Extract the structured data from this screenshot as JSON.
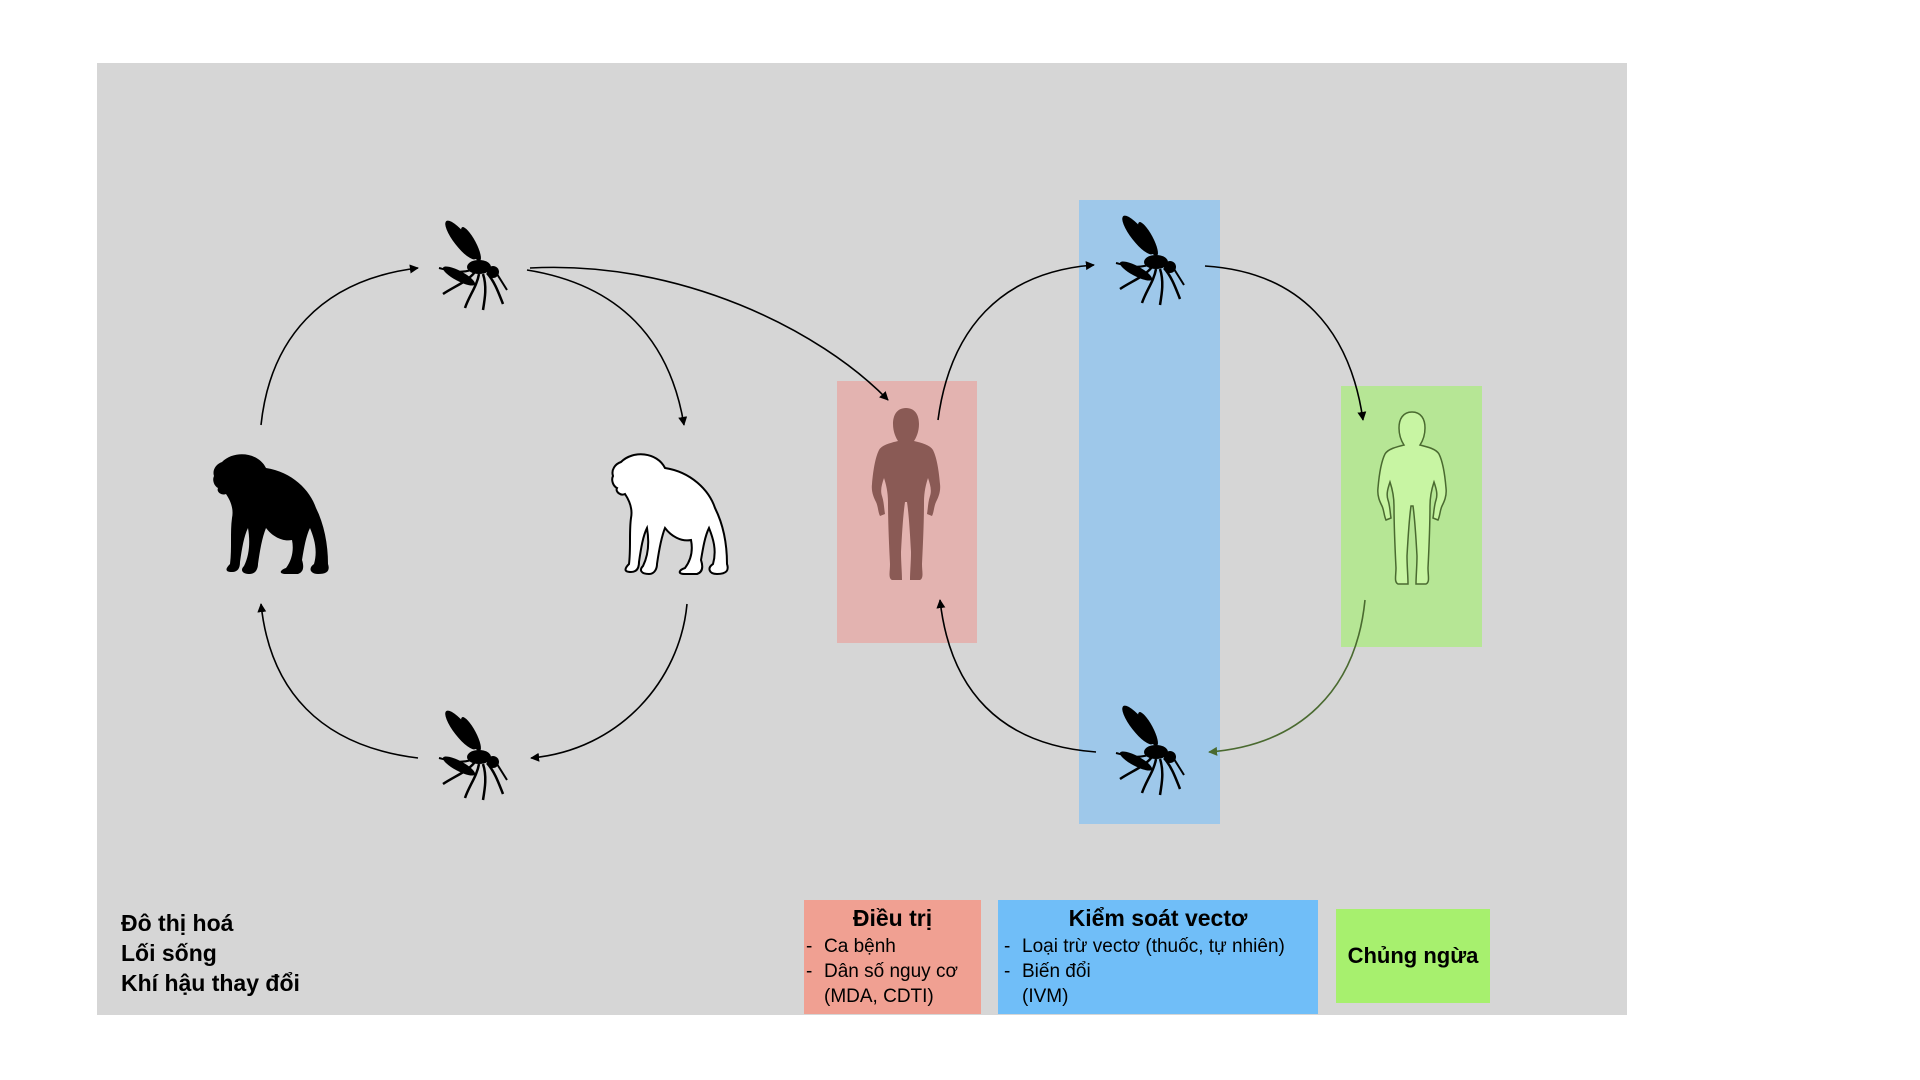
{
  "factors": [
    "Đô thị hoá",
    "Lối sống",
    "Khí hậu thay đổi"
  ],
  "legend": {
    "treatment": {
      "title": "Điều trị",
      "items": [
        {
          "text": "Ca bệnh",
          "sub": ""
        },
        {
          "text": "Dân số nguy cơ",
          "sub": "(MDA, CDTI)"
        }
      ],
      "color": "#f0a092"
    },
    "vector_control": {
      "title": "Kiểm soát vectơ",
      "items": [
        {
          "text": "Loại trừ vectơ (thuốc, tự nhiên)",
          "sub": ""
        },
        {
          "text": "Biến đổi",
          "sub": "(IVM)"
        }
      ],
      "color": "#70bef8"
    },
    "vaccination": {
      "title": "Chủng ngừa",
      "color": "#a7f06e"
    }
  },
  "colors": {
    "background": "#d6d6d6",
    "infected_human": "#8a5a55",
    "treatment_zone": "#e3b3b0",
    "vector_zone": "#9ec8ea",
    "vaccinated_zone": "#b6e695",
    "vaccinated_human": "#c8f5a3"
  },
  "icons": [
    "gorilla-black-icon",
    "gorilla-white-icon",
    "mosquito-icon",
    "human-infected-icon",
    "human-vaccinated-icon"
  ]
}
